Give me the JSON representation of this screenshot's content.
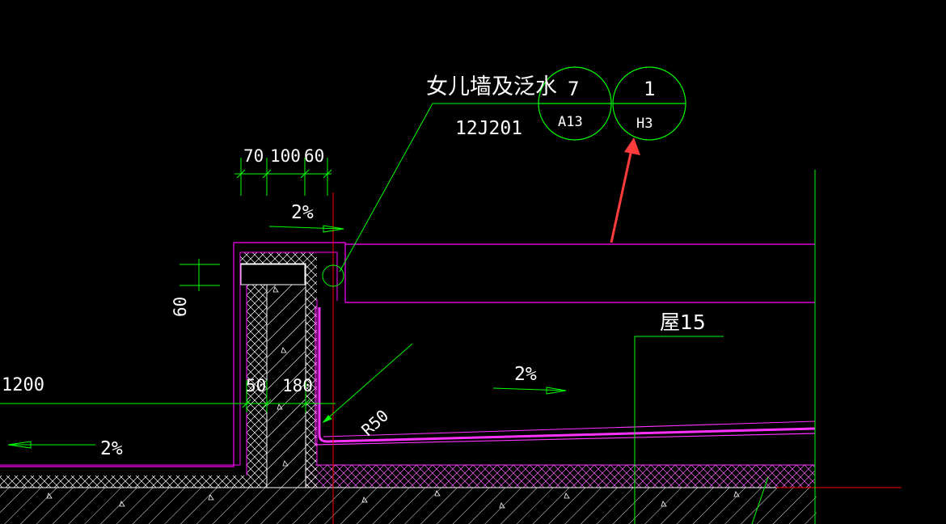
{
  "colors": {
    "background": "#000000",
    "leader_green": "#00ff00",
    "wall_magenta": "#ff00ff",
    "membrane_magenta": "#ff33ff",
    "axis_red": "#ff0000",
    "text_white": "#ffffff",
    "hatch_white": "#ffffff",
    "arrow_red": "#ff3b3b"
  },
  "labels": {
    "detail_title": "女儿墙及泛水",
    "atlas_code": "12J201",
    "ref1_top": "7",
    "ref1_bottom": "A13",
    "ref2_top": "1",
    "ref2_bottom": "H3",
    "dim_70": "70",
    "dim_100": "100",
    "dim_60_top": "60",
    "dim_60_side": "60",
    "dim_50": "50",
    "dim_180": "180",
    "dim_1200": "1200",
    "slope_top": "2%",
    "slope_roof": "2%",
    "slope_left": "2%",
    "roof_code": "屋15",
    "radius": "R50"
  }
}
